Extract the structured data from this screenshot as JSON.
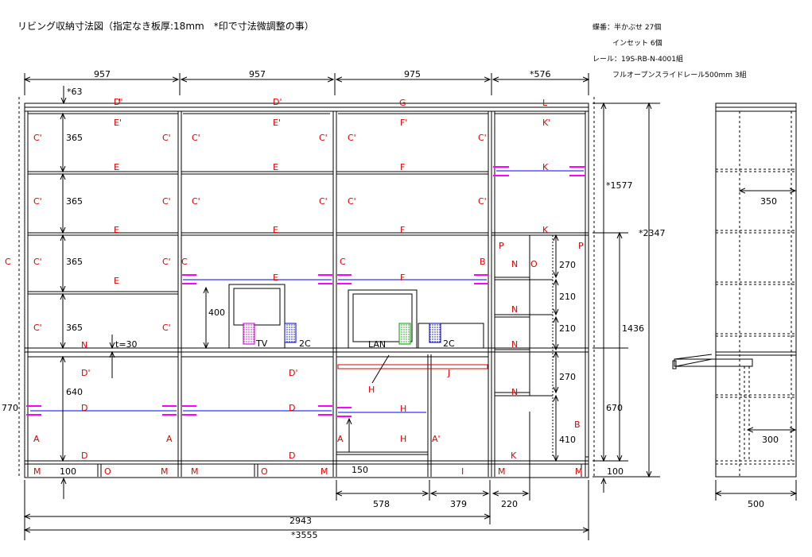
{
  "title": "リビング収納寸法図（指定なき板厚:18mm　*印で寸法微調整の事）",
  "notes": {
    "hinge": "蝶番：半かぶせ 27個",
    "inset": "インセット 6個",
    "rail": "レール：19S-RB-N-4001組",
    "rail2": "フルオープンスライドレール500mm 3組"
  },
  "dims": {
    "w1": "957",
    "w2": "957",
    "w3": "975",
    "w4": "*576",
    "top": "*63",
    "h365a": "365",
    "h365b": "365",
    "h365c": "365",
    "h365d": "365",
    "t30": "t=30",
    "h640": "640",
    "h770": "770",
    "h400": "400",
    "h1577": "*1577",
    "h2347": "*2347",
    "h1436": "1436",
    "h670": "670",
    "h270a": "270",
    "h210a": "210",
    "h210b": "210",
    "h270b": "270",
    "h410": "410",
    "base100l": "100",
    "base100r": "100",
    "h150": "150",
    "w578": "578",
    "w379": "379",
    "w220": "220",
    "total2943": "2943",
    "total3555": "*3555",
    "side350": "350",
    "side300": "300",
    "side500": "500"
  },
  "devices": {
    "tv1": "TV",
    "c2a": "2C",
    "lan": "LAN",
    "c2b": "2C"
  },
  "parts": {
    "C": "C",
    "Cp": "C'",
    "Dp": "D'",
    "D": "D",
    "E": "E",
    "Ep": "E'",
    "F": "F",
    "Fp": "F'",
    "G": "G",
    "L": "L",
    "K": "K",
    "Kp": "K'",
    "N": "N",
    "M": "M",
    "O": "O",
    "P": "P",
    "B": "B",
    "A": "A",
    "Ap": "A'",
    "H": "H",
    "I": "I",
    "J": "J"
  },
  "colors": {
    "line": "#000000",
    "label": "#e00000",
    "hinge": "#ff00ff",
    "rail": "#0000ff",
    "rod": "#e00000"
  }
}
